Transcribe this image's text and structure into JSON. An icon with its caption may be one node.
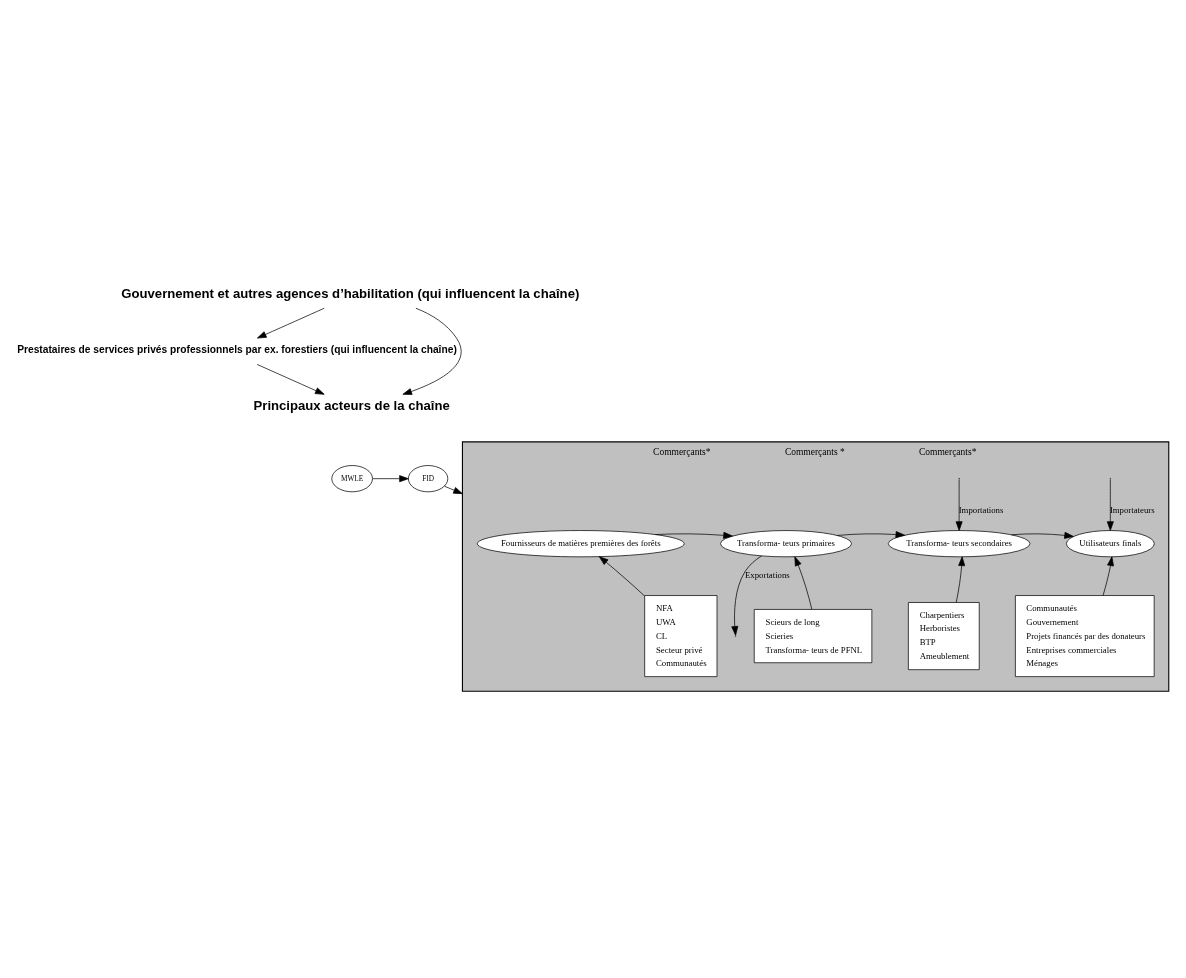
{
  "diagram": {
    "nodes": [
      {
        "text": [
          "Gouvernement et autres agences d’habilitation (qui influencent la chaîne)"
        ]
      },
      {
        "text": [
          "Prestataires de services privés professionnels par ex. forestiers (qui influencent la chaîne)"
        ]
      },
      {
        "text": [
          "Principaux acteurs de la chaîne"
        ]
      },
      {
        "text": [
          "MWLE"
        ]
      },
      {
        "text": [
          "FID"
        ]
      },
      {
        "text": [
          "Commerçants*",
          "Commerçants *",
          "Commerçants*"
        ]
      },
      {
        "text": [
          "Fournisseurs de matières premières des forêts"
        ],
        "in": 5
      },
      {
        "text": [
          "Transforma- teurs primaires"
        ],
        "in": 5
      },
      {
        "text": [
          "Transforma- teurs secondaires"
        ],
        "in": 5
      },
      {
        "text": [
          "Utilisateurs finals"
        ],
        "in": 5
      },
      {
        "text": [
          "NFA",
          "UWA",
          "CL",
          "Secteur privé",
          "Communautés"
        ],
        "in": 5
      },
      {
        "text": [
          "Scieurs de long",
          "Scieries",
          "Transforma- teurs de PFNL"
        ],
        "in": 5
      },
      {
        "text": [
          "Charpentiers",
          "Herboristes",
          "BTP",
          "Ameublement"
        ],
        "in": 5
      },
      {
        "text": [
          "Communautés",
          "Gouvernement",
          "Projets financés par des donateurs",
          "Entreprises commerciales",
          "Ménages"
        ],
        "in": 5
      }
    ],
    "edges": [
      {
        "from": 0,
        "to": 1,
        "arrow": "to"
      },
      {
        "from": 0,
        "to": 2,
        "arrow": "to"
      },
      {
        "from": 1,
        "to": 2,
        "arrow": "to"
      },
      {
        "from": 3,
        "to": 4,
        "arrow": "to"
      },
      {
        "from": 4,
        "to": 5,
        "arrow": "to"
      },
      {
        "from": 6,
        "to": 7,
        "arrow": "to"
      },
      {
        "from": 7,
        "to": 8,
        "arrow": "to"
      },
      {
        "from": 8,
        "to": 9,
        "arrow": "to"
      },
      {
        "from": 10,
        "to": 6,
        "arrow": "to"
      },
      {
        "from": 11,
        "to": 7,
        "arrow": "to"
      },
      {
        "from": 12,
        "to": 8,
        "arrow": "to"
      },
      {
        "from": 13,
        "to": 9,
        "arrow": "to"
      },
      {
        "from": 7,
        "to": null,
        "label": "Exportations",
        "arrow": "to"
      },
      {
        "from": null,
        "to": 8,
        "label": "Importations",
        "arrow": "to"
      },
      {
        "from": null,
        "to": 9,
        "label": "Importateurs",
        "arrow": "to"
      }
    ]
  }
}
